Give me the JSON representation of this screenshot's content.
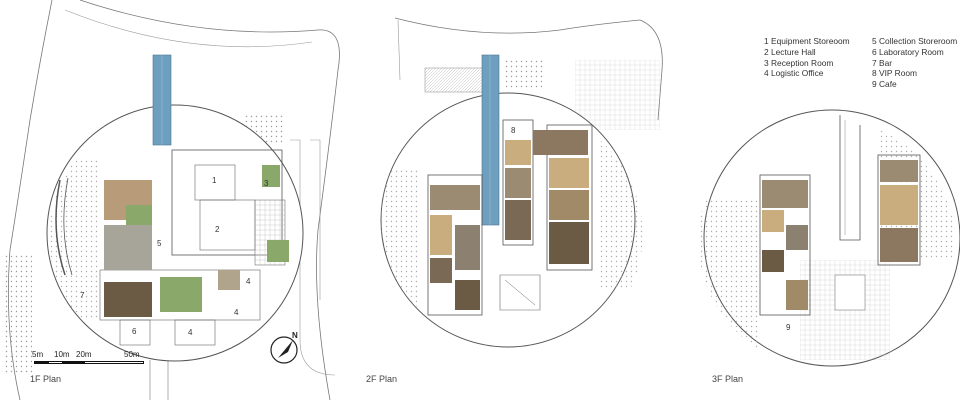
{
  "legend": {
    "left": [
      "1 Equipment Storeoom",
      "2 Lecture Hall",
      "3 Reception Room",
      "4 Logistic Office"
    ],
    "right": [
      "5 Collection Storeroom",
      "6 Laboratory Room",
      "7 Bar",
      "8 VIP Room",
      "9 Cafe"
    ]
  },
  "plans": {
    "first": {
      "label": "1F Plan",
      "room_numbers": [
        "1",
        "2",
        "3",
        "4",
        "4",
        "4",
        "5",
        "6",
        "7"
      ]
    },
    "second": {
      "label": "2F Plan",
      "room_numbers": [
        "8"
      ]
    },
    "third": {
      "label": "3F Plan",
      "room_numbers": [
        "9"
      ]
    }
  },
  "scale_bar": {
    "ticks": [
      "5m",
      "10m",
      "20m",
      "50m"
    ]
  },
  "north_arrow": {
    "letter": "N"
  },
  "colors": {
    "line": "#555555",
    "glass": "#6f9fbf",
    "photo_dark": "#6b5a44",
    "photo_green": "#8aa86a",
    "photo_sand": "#c9ad7e"
  }
}
